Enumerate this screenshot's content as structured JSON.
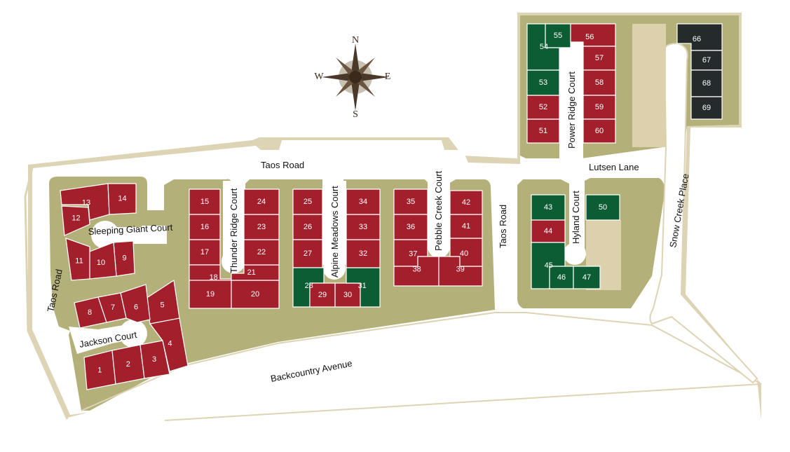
{
  "colors": {
    "ground": "#b3b07a",
    "road_edge": "#ddd3b5",
    "sold": "#a31f2b",
    "available": "#0c5c34",
    "future": "#252a2b",
    "open_space": "#ddd0ac",
    "compass": "#4a3828"
  },
  "compass": {
    "n": "N",
    "s": "S",
    "e": "E",
    "w": "W"
  },
  "streets": {
    "taos_road_top": "Taos Road",
    "taos_road_left": "Taos Road",
    "taos_road_mid": "Taos Road",
    "lutsen_lane": "Lutsen Lane",
    "snow_creek_place": "Snow Creek Place",
    "backcountry_avenue": "Backcountry Avenue",
    "sleeping_giant_court": "Sleeping Giant Court",
    "jackson_court": "Jackson Court",
    "thunder_ridge_court": "Thunder Ridge Court",
    "alpine_meadows_court": "Alpine Meadows Court",
    "pebble_creek_court": "Pebble Creek Court",
    "power_ridge_court": "Power Ridge Court",
    "hyland_court": "Hyland Court"
  },
  "lots": [
    {
      "n": "1",
      "s": "sold"
    },
    {
      "n": "2",
      "s": "sold"
    },
    {
      "n": "3",
      "s": "sold"
    },
    {
      "n": "4",
      "s": "sold"
    },
    {
      "n": "5",
      "s": "sold"
    },
    {
      "n": "6",
      "s": "sold"
    },
    {
      "n": "7",
      "s": "sold"
    },
    {
      "n": "8",
      "s": "sold"
    },
    {
      "n": "9",
      "s": "sold"
    },
    {
      "n": "10",
      "s": "sold"
    },
    {
      "n": "11",
      "s": "sold"
    },
    {
      "n": "12",
      "s": "sold"
    },
    {
      "n": "13",
      "s": "sold"
    },
    {
      "n": "14",
      "s": "sold"
    },
    {
      "n": "15",
      "s": "sold"
    },
    {
      "n": "16",
      "s": "sold"
    },
    {
      "n": "17",
      "s": "sold"
    },
    {
      "n": "18",
      "s": "sold"
    },
    {
      "n": "19",
      "s": "sold"
    },
    {
      "n": "20",
      "s": "sold"
    },
    {
      "n": "21",
      "s": "sold"
    },
    {
      "n": "22",
      "s": "sold"
    },
    {
      "n": "23",
      "s": "sold"
    },
    {
      "n": "24",
      "s": "sold"
    },
    {
      "n": "25",
      "s": "sold"
    },
    {
      "n": "26",
      "s": "sold"
    },
    {
      "n": "27",
      "s": "sold"
    },
    {
      "n": "28",
      "s": "available"
    },
    {
      "n": "29",
      "s": "sold"
    },
    {
      "n": "30",
      "s": "sold"
    },
    {
      "n": "31",
      "s": "available"
    },
    {
      "n": "32",
      "s": "sold"
    },
    {
      "n": "33",
      "s": "sold"
    },
    {
      "n": "34",
      "s": "sold"
    },
    {
      "n": "35",
      "s": "sold"
    },
    {
      "n": "36",
      "s": "sold"
    },
    {
      "n": "37",
      "s": "sold"
    },
    {
      "n": "38",
      "s": "sold"
    },
    {
      "n": "39",
      "s": "sold"
    },
    {
      "n": "40",
      "s": "sold"
    },
    {
      "n": "41",
      "s": "sold"
    },
    {
      "n": "42",
      "s": "sold"
    },
    {
      "n": "43",
      "s": "available"
    },
    {
      "n": "44",
      "s": "sold"
    },
    {
      "n": "45",
      "s": "available"
    },
    {
      "n": "46",
      "s": "available"
    },
    {
      "n": "47",
      "s": "available"
    },
    {
      "n": "50",
      "s": "available"
    },
    {
      "n": "51",
      "s": "sold"
    },
    {
      "n": "52",
      "s": "sold"
    },
    {
      "n": "53",
      "s": "available"
    },
    {
      "n": "54",
      "s": "available"
    },
    {
      "n": "55",
      "s": "available"
    },
    {
      "n": "56",
      "s": "sold"
    },
    {
      "n": "57",
      "s": "sold"
    },
    {
      "n": "58",
      "s": "sold"
    },
    {
      "n": "59",
      "s": "sold"
    },
    {
      "n": "60",
      "s": "sold"
    },
    {
      "n": "66",
      "s": "future"
    },
    {
      "n": "67",
      "s": "future"
    },
    {
      "n": "68",
      "s": "future"
    },
    {
      "n": "69",
      "s": "future"
    }
  ]
}
